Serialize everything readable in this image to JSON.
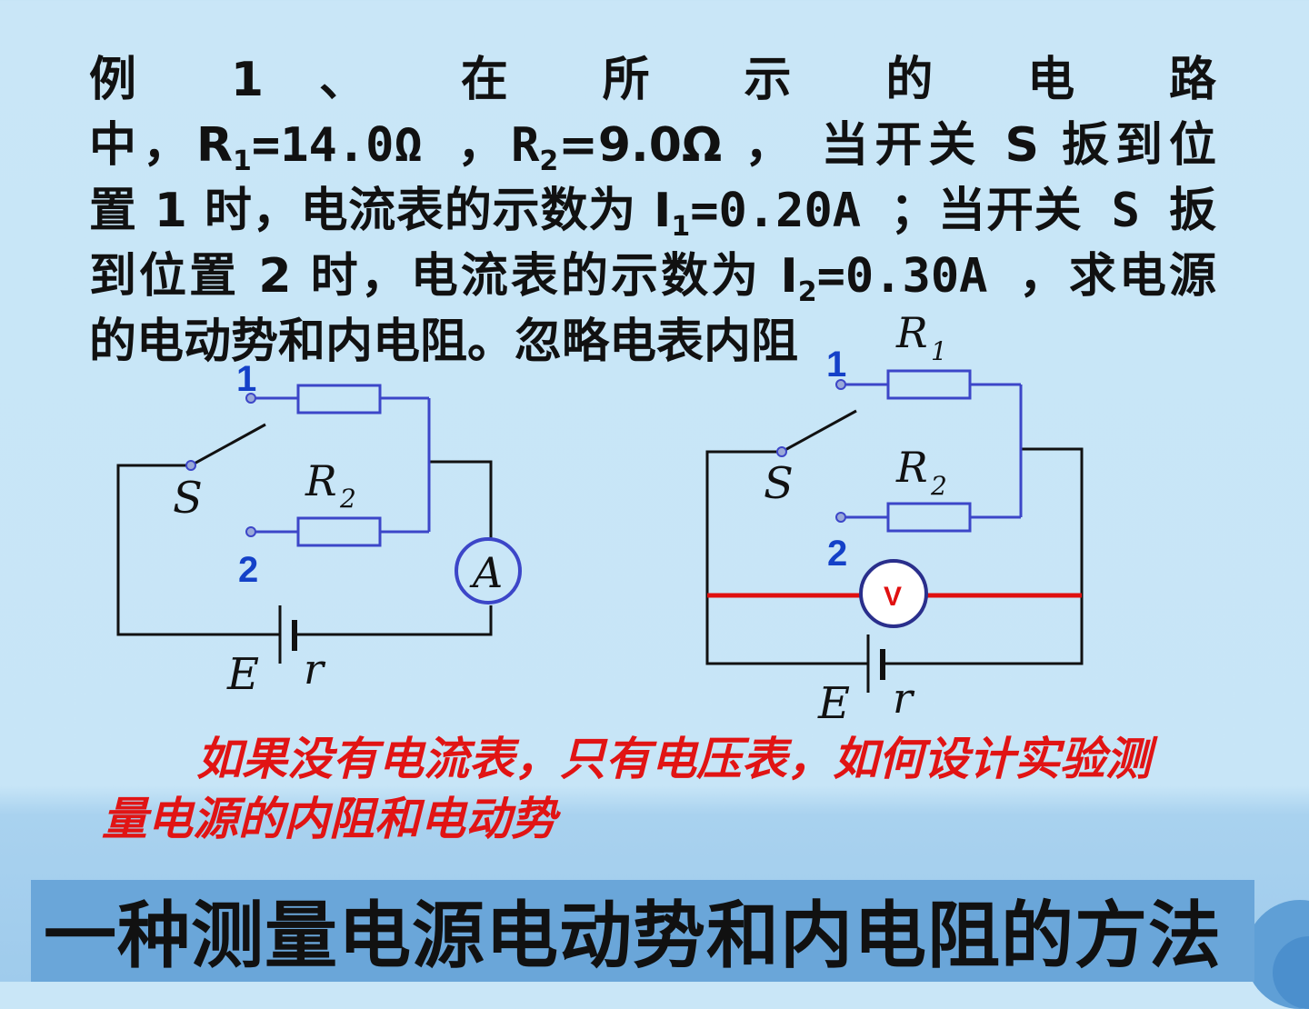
{
  "problem": {
    "line1": "例 1 、 在 所 示 的 电 路",
    "line2_a": "中，R",
    "line2_b": "=14.0Ω ，R",
    "line2_c": "=9.0Ω ，  当开关 S 扳到位",
    "line3_a": "置 1 时，电流表的示数为 I",
    "line3_b": "=0.20A ；当开关 S 扳",
    "line4_a": "到位置 2 时，电流表的示数为 I",
    "line4_b": "=0.30A ，求电源",
    "line5": "的电动势和内电阻。忽略电表内阻",
    "sub1": "1",
    "sub2": "2"
  },
  "circuit1": {
    "pos1": "1",
    "pos2": "2",
    "switch": "S",
    "r2_main": "R",
    "r2_sub": "2",
    "ammeter": "A",
    "emf": "E",
    "internal": "r"
  },
  "circuit2": {
    "pos1": "1",
    "pos2": "2",
    "switch": "S",
    "r1_main": "R",
    "r1_sub": "1",
    "r2_main": "R",
    "r2_sub": "2",
    "voltmeter": "V",
    "emf": "E",
    "internal": "r"
  },
  "question": "如果没有电流表，只有电压表，如何设计实验测量电源的内阻和电动势",
  "title": "一种测量电源电动势和内电阻的方法",
  "colors": {
    "wire_blue": "#3c46c8",
    "label_blue": "#1441c8",
    "voltmeter_wire": "#e01010",
    "question_text": "#e11414",
    "title_bar": "#6aa6d9"
  }
}
